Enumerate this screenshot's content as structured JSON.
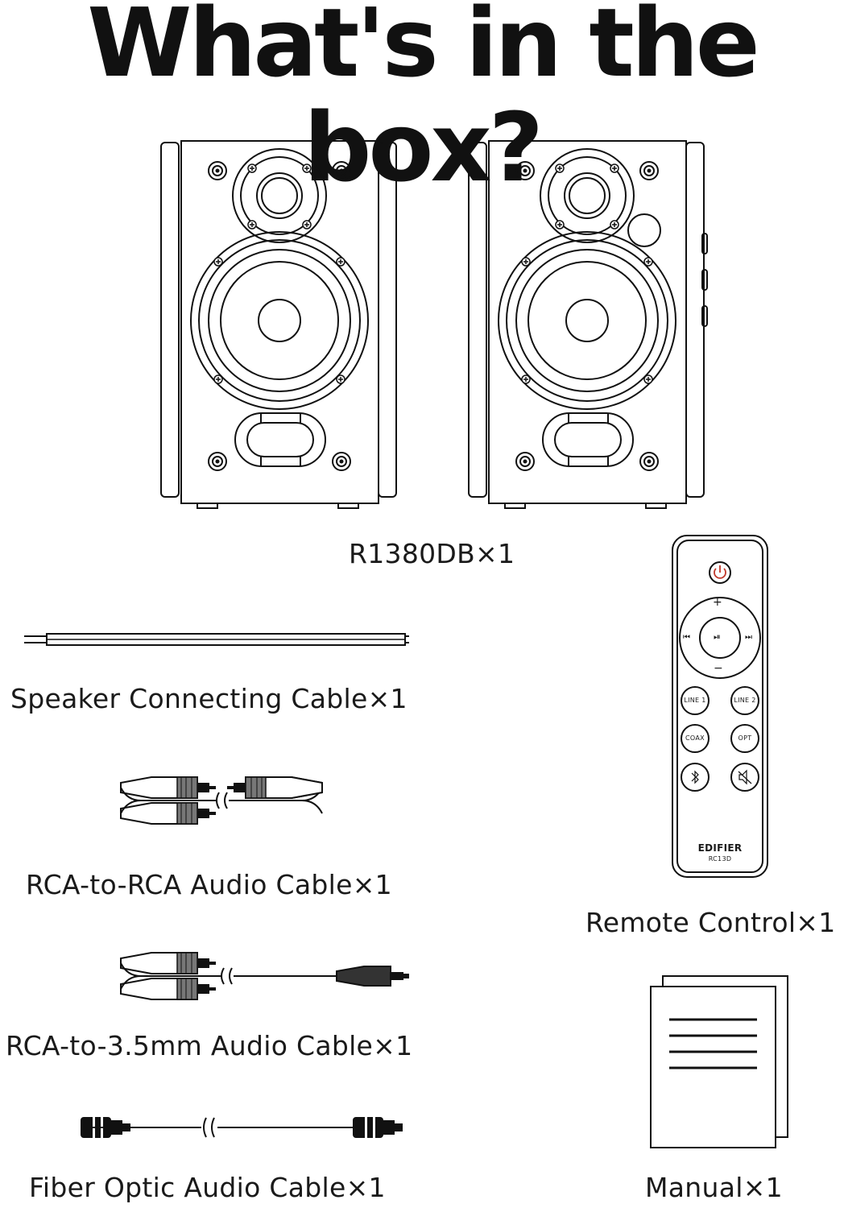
{
  "title": "What's in the box?",
  "items": {
    "speakers": {
      "label": "R1380DB×1"
    },
    "speaker_cable": {
      "label": "Speaker Connecting Cable×1"
    },
    "rca_rca": {
      "label": "RCA-to-RCA Audio Cable×1"
    },
    "rca_35": {
      "label": "RCA-to-3.5mm Audio Cable×1"
    },
    "optic": {
      "label": "Fiber Optic Audio Cable×1"
    },
    "remote": {
      "label": "Remote Control×1",
      "brand": "EDIFIER",
      "model": "RC13D",
      "buttons": {
        "plus": "+",
        "minus": "−",
        "prev": "⏮",
        "play": "⏯",
        "next": "⏭",
        "line1": "LINE 1",
        "line2": "LINE 2",
        "coax": "COAX",
        "opt": "OPT"
      }
    },
    "manual": {
      "label": "Manual×1"
    }
  },
  "colors": {
    "line": "#111111",
    "power_accent": "#c0392b",
    "plug_dark": "#333333"
  }
}
